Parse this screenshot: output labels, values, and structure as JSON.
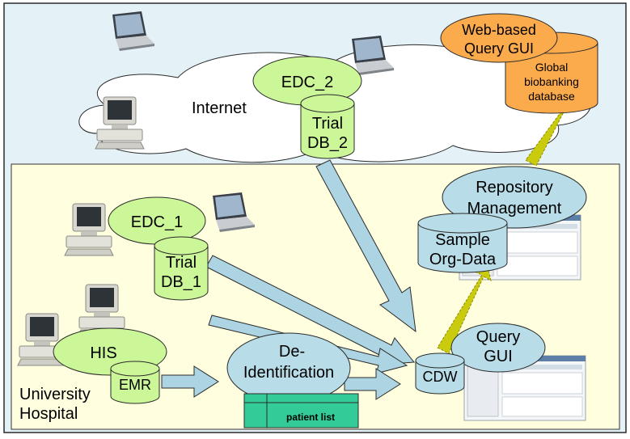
{
  "internet": {
    "label": "Internet",
    "edc": "EDC_2",
    "trial_db": [
      "Trial",
      "DB_2"
    ],
    "query_gui": [
      "Web-based",
      "Query GUI"
    ],
    "global_db": [
      "Global",
      "biobanking",
      "database"
    ]
  },
  "hospital": {
    "label": [
      "University",
      "Hospital"
    ],
    "edc": "EDC_1",
    "trial_db": [
      "Trial",
      "DB_1"
    ],
    "his": "HIS",
    "emr": "EMR",
    "deid": [
      "De-",
      "Identification"
    ],
    "patient_list": "patient list",
    "cdw": "CDW",
    "query_gui": [
      "Query",
      "GUI"
    ],
    "repository": [
      "Repository",
      "Management"
    ],
    "sample": [
      "Sample",
      "Org-Data"
    ]
  },
  "colors": {
    "background": "#e4f2f7",
    "hospital_box": "#ffffe0",
    "ellipse": "#ccf799",
    "cylinder_green": "#ccf799",
    "cylinder_blue": "#b8dde8",
    "arrow": "#acd4e2",
    "link": "#c9cb0c",
    "orange": "#fbaa4c",
    "patient_list": "#33cc99"
  },
  "icons": [
    "laptop-icon",
    "desktop-computer-icon",
    "app-screenshot-icon"
  ]
}
